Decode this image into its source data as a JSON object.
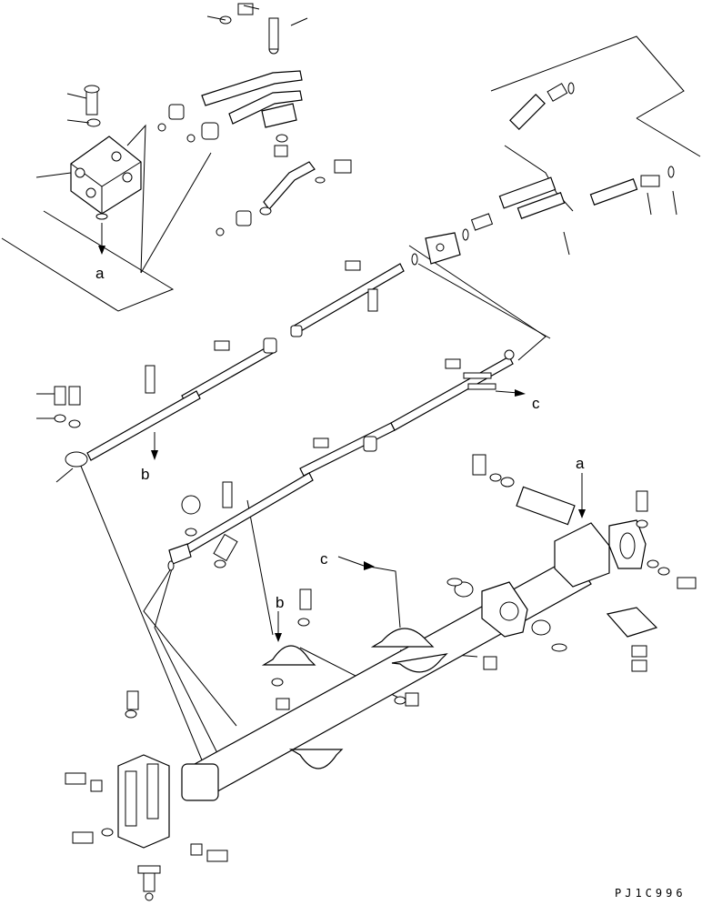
{
  "callouts": {
    "a_left": "a",
    "a_right": "a",
    "b_upper": "b",
    "b_lower": "b",
    "c_upper": "c",
    "c_lower": "c"
  },
  "drawing_code": "PJ1C996"
}
